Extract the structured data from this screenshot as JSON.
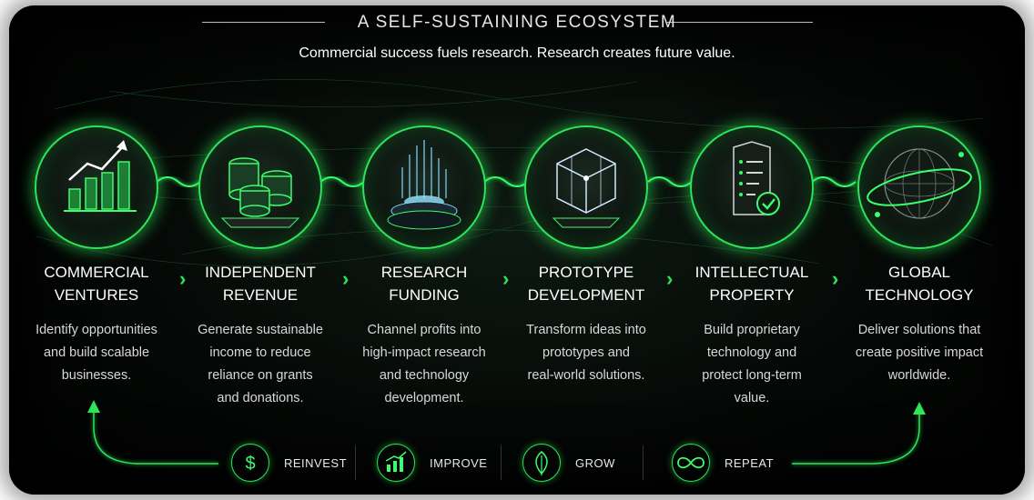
{
  "header": {
    "title": "A SELF-SUSTAINING ECOSYSTEM",
    "subtitle": "Commercial success fuels research. Research creates future value."
  },
  "steps": [
    {
      "title_line1": "COMMERCIAL",
      "title_line2": "VENTURES",
      "desc": [
        "Identify opportunities",
        "and build scalable",
        "businesses."
      ],
      "icon": "growth-chart-icon"
    },
    {
      "title_line1": "INDEPENDENT",
      "title_line2": "REVENUE",
      "desc": [
        "Generate sustainable",
        "income to reduce",
        "reliance on grants",
        "and donations."
      ],
      "icon": "coin-stacks-icon"
    },
    {
      "title_line1": "RESEARCH",
      "title_line2": "FUNDING",
      "desc": [
        "Channel profits into",
        "high-impact research",
        "and technology",
        "development."
      ],
      "icon": "data-stream-icon"
    },
    {
      "title_line1": "PROTOTYPE",
      "title_line2": "DEVELOPMENT",
      "desc": [
        "Transform ideas into",
        "prototypes and",
        "real-world solutions."
      ],
      "icon": "cube-icon"
    },
    {
      "title_line1": "INTELLECTUAL",
      "title_line2": "PROPERTY",
      "desc": [
        "Build proprietary",
        "technology and",
        "protect long-term",
        "value."
      ],
      "icon": "checklist-shield-icon"
    },
    {
      "title_line1": "GLOBAL",
      "title_line2": "TECHNOLOGY",
      "desc": [
        "Deliver solutions that",
        "create positive impact",
        "worldwide."
      ],
      "icon": "globe-icon"
    }
  ],
  "cycle": [
    {
      "label": "REINVEST",
      "icon": "dollar-icon"
    },
    {
      "label": "IMPROVE",
      "icon": "bar-chart-icon"
    },
    {
      "label": "GROW",
      "icon": "leaf-icon"
    },
    {
      "label": "REPEAT",
      "icon": "infinity-icon"
    }
  ],
  "colors": {
    "accent": "#2fe35a",
    "background": "#050806",
    "text": "#ffffff"
  }
}
